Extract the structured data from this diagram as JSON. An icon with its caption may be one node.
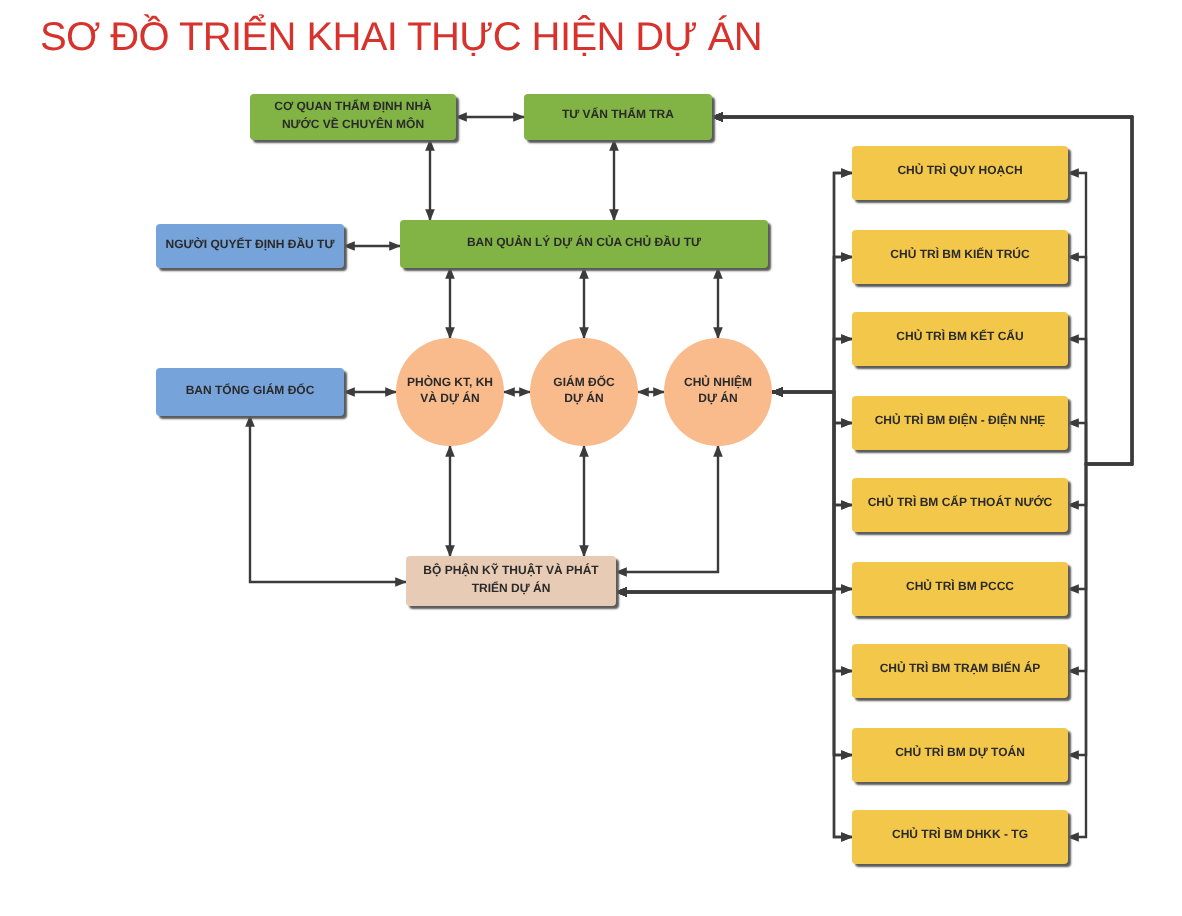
{
  "diagram": {
    "title": "SƠ ĐỒ TRIỂN KHAI THỰC HIỆN DỰ ÁN",
    "nodes": [
      {
        "text": [
          "CƠ QUAN THẨM ĐỊNH NHÀ NƯỚC VỀ CHUYÊN MÔN"
        ]
      },
      {
        "text": [
          "TƯ VẤN THẨM TRA"
        ]
      },
      {
        "text": [
          "NGƯỜI QUYẾT ĐỊNH ĐẦU TƯ"
        ]
      },
      {
        "text": [
          "BAN QUẢN LÝ DỰ ÁN CỦA CHỦ ĐẦU TƯ"
        ]
      },
      {
        "text": [
          "BAN TỔNG GIÁM ĐỐC"
        ]
      },
      {
        "text": [
          "PHÒNG KT, KH VÀ DỰ ÁN"
        ]
      },
      {
        "text": [
          "GIÁM ĐỐC DỰ ÁN"
        ]
      },
      {
        "text": [
          "CHỦ NHIỆM DỰ ÁN"
        ]
      },
      {
        "text": [
          "BỘ PHẬN KỸ THUẬT VÀ PHÁT TRIỂN DỰ ÁN"
        ]
      },
      {
        "text": [
          "CHỦ TRÌ QUY HOẠCH"
        ]
      },
      {
        "text": [
          "CHỦ TRÌ BM KIẾN TRÚC"
        ]
      },
      {
        "text": [
          "CHỦ TRÌ BM KẾT CẤU"
        ]
      },
      {
        "text": [
          "CHỦ TRÌ BM ĐIỆN - ĐIỆN NHẸ"
        ]
      },
      {
        "text": [
          "CHỦ TRÌ BM CẤP THOÁT NƯỚC"
        ]
      },
      {
        "text": [
          "CHỦ TRÌ BM PCCC"
        ]
      },
      {
        "text": [
          "CHỦ TRÌ BM TRẠM BIẾN ÁP"
        ]
      },
      {
        "text": [
          "CHỦ TRÌ BM DỰ TOÁN"
        ]
      },
      {
        "text": [
          "CHỦ TRÌ BM DHKK - TG"
        ]
      }
    ],
    "edges": [
      {
        "from": 0,
        "to": 1,
        "arrow": "both"
      },
      {
        "from": 0,
        "to": 3,
        "arrow": "both"
      },
      {
        "from": 1,
        "to": 3,
        "arrow": "both"
      },
      {
        "from": 2,
        "to": 3,
        "arrow": "both"
      },
      {
        "from": 3,
        "to": 5,
        "arrow": "both"
      },
      {
        "from": 3,
        "to": 6,
        "arrow": "both"
      },
      {
        "from": 3,
        "to": 7,
        "arrow": "both"
      },
      {
        "from": 4,
        "to": 5,
        "arrow": "both"
      },
      {
        "from": 5,
        "to": 6,
        "arrow": "both"
      },
      {
        "from": 6,
        "to": 7,
        "arrow": "both"
      },
      {
        "from": 5,
        "to": 8,
        "arrow": "both"
      },
      {
        "from": 6,
        "to": 8,
        "arrow": "both"
      },
      {
        "from": 7,
        "to": 8,
        "arrow": "both"
      },
      {
        "from": 4,
        "to": 8,
        "arrow": "both"
      },
      {
        "from": 7,
        "to": 9,
        "arrow": "both"
      },
      {
        "from": 7,
        "to": 10,
        "arrow": "both"
      },
      {
        "from": 7,
        "to": 11,
        "arrow": "both"
      },
      {
        "from": 7,
        "to": 12,
        "arrow": "both"
      },
      {
        "from": 7,
        "to": 13,
        "arrow": "both"
      },
      {
        "from": 7,
        "to": 14,
        "arrow": "both"
      },
      {
        "from": 7,
        "to": 15,
        "arrow": "both"
      },
      {
        "from": 7,
        "to": 16,
        "arrow": "both"
      },
      {
        "from": 7,
        "to": 17,
        "arrow": "both"
      },
      {
        "from": 8,
        "to": 9,
        "arrow": "both"
      },
      {
        "from": 8,
        "to": 10,
        "arrow": "both"
      },
      {
        "from": 8,
        "to": 11,
        "arrow": "both"
      },
      {
        "from": 8,
        "to": 12,
        "arrow": "both"
      },
      {
        "from": 8,
        "to": 13,
        "arrow": "both"
      },
      {
        "from": 8,
        "to": 14,
        "arrow": "both"
      },
      {
        "from": 8,
        "to": 15,
        "arrow": "both"
      },
      {
        "from": 8,
        "to": 16,
        "arrow": "both"
      },
      {
        "from": 8,
        "to": 17,
        "arrow": "both"
      },
      {
        "from": 1,
        "to": 9,
        "arrow": "both"
      },
      {
        "from": 1,
        "to": 10,
        "arrow": "both"
      },
      {
        "from": 1,
        "to": 11,
        "arrow": "both"
      },
      {
        "from": 1,
        "to": 12,
        "arrow": "both"
      },
      {
        "from": 1,
        "to": 13,
        "arrow": "both"
      },
      {
        "from": 1,
        "to": 14,
        "arrow": "both"
      },
      {
        "from": 1,
        "to": 15,
        "arrow": "both"
      },
      {
        "from": 1,
        "to": 16,
        "arrow": "both"
      },
      {
        "from": 1,
        "to": 17,
        "arrow": "both"
      }
    ]
  }
}
